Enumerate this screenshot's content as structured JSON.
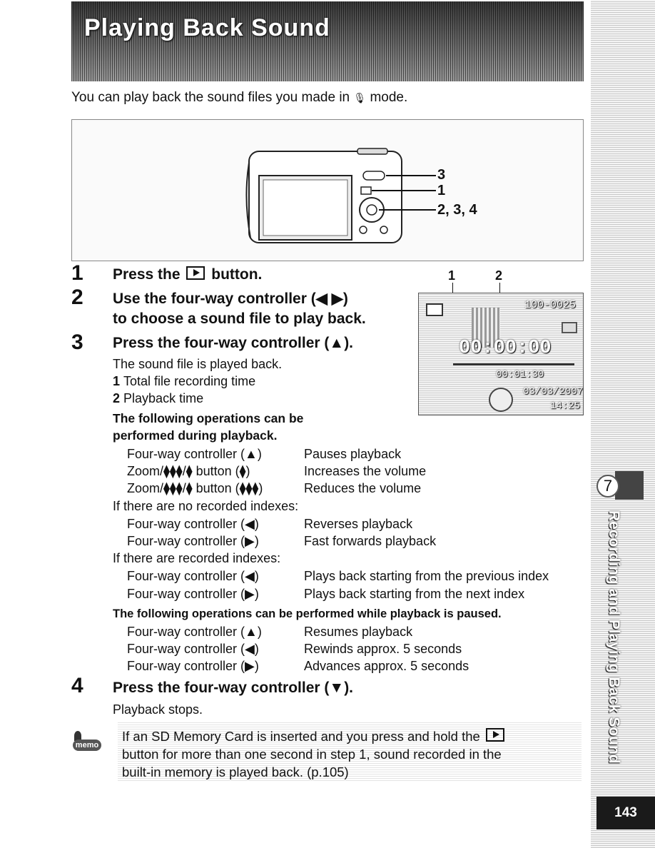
{
  "header": {
    "title": "Playing Back Sound"
  },
  "intro": {
    "text_before": "You can play back the sound files you made in",
    "mic_glyph": "🎙",
    "text_after": "mode."
  },
  "figure": {
    "callouts": [
      "3",
      "1",
      "2, 3, 4"
    ]
  },
  "steps": [
    {
      "num": "1",
      "lines": [
        "Press the",
        "button."
      ]
    },
    {
      "num": "2",
      "lines": [
        "Use the four-way controller (◀ ▶)",
        "to choose a sound file to play back."
      ]
    },
    {
      "num": "3",
      "lines": [
        "Press the four-way controller (▲)."
      ]
    },
    {
      "num": "4",
      "lines": [
        "Press the four-way controller (▼)."
      ]
    }
  ],
  "step3_body": {
    "intro": "The sound file is played back.",
    "items": [
      {
        "num": "1",
        "text": "Total file recording time"
      },
      {
        "num": "2",
        "text": "Playback time"
      }
    ]
  },
  "lcd": {
    "callout_1": "1",
    "callout_2": "2",
    "file_no": "100-0025",
    "main_time": "00:00:00",
    "total_time": "00:01:30",
    "date": "03/03/2007",
    "time": "14:25"
  },
  "during_playback": {
    "heading_line1": "The following operations can be",
    "heading_line2": "performed during playback.",
    "ops": [
      {
        "control": "Four-way controller (▲)",
        "action": "Pauses playback"
      },
      {
        "control": "Zoom/⧫⧫⧫/⧫ button (⧫)",
        "action": "Increases the volume"
      },
      {
        "control": "Zoom/⧫⧫⧫/⧫ button (⧫⧫⧫)",
        "action": "Reduces the volume"
      }
    ],
    "no_index_label": "If there are no recorded indexes:",
    "no_index_ops": [
      {
        "control": "Four-way controller (◀)",
        "action": "Reverses playback"
      },
      {
        "control": "Four-way controller (▶)",
        "action": "Fast forwards playback"
      }
    ],
    "index_label": "If there are recorded indexes:",
    "index_ops": [
      {
        "control": "Four-way controller (◀)",
        "action": "Plays back starting from the previous index"
      },
      {
        "control": "Four-way controller (▶)",
        "action": "Plays back starting from the next index"
      }
    ]
  },
  "paused": {
    "heading": "The following operations can be performed while playback is paused.",
    "ops": [
      {
        "control": "Four-way controller (▲)",
        "action": "Resumes playback"
      },
      {
        "control": "Four-way controller (◀)",
        "action": "Rewinds approx. 5 seconds"
      },
      {
        "control": "Four-way controller (▶)",
        "action": "Advances approx. 5 seconds"
      }
    ]
  },
  "step4_body": "Playback stops.",
  "memo": {
    "icon_label": "memo",
    "line1_before": "If an SD Memory Card is inserted and you press and hold the",
    "line2": "button for more than one second in step 1, sound recorded in the",
    "line3": "built-in memory is played back. (p.105)"
  },
  "sidebar": {
    "chapter_num": "7",
    "chapter_title": "Recording and Playing Back Sound"
  },
  "footer": {
    "page_number": "143"
  }
}
